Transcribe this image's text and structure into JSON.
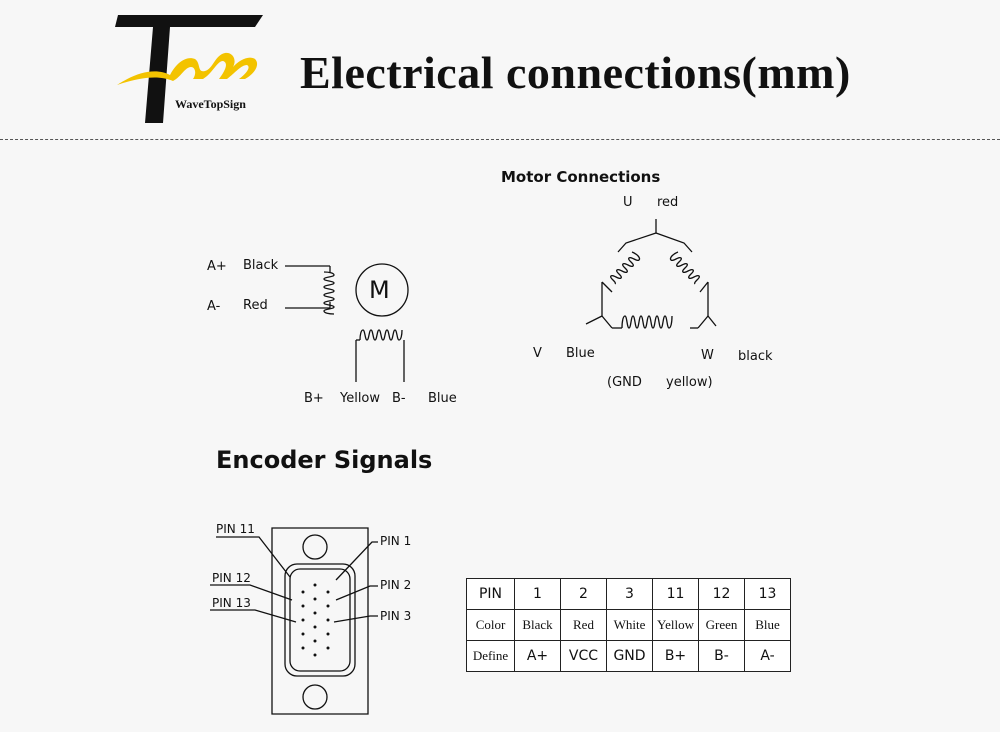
{
  "header": {
    "brand": "WaveTopSign",
    "title": "Electrical connections(mm)"
  },
  "stepper": {
    "a_plus": "A+",
    "a_plus_color": "Black",
    "a_minus": "A-",
    "a_minus_color": "Red",
    "motor_symbol": "M",
    "b_plus": "B+",
    "b_plus_color": "Yellow",
    "b_minus": "B-",
    "b_minus_color": "Blue"
  },
  "motor_connections": {
    "title": "Motor Connections",
    "u": "U",
    "u_color": "red",
    "v": "V",
    "v_color": "Blue",
    "v_note": "(GND",
    "w": "W",
    "w_color": "black",
    "w_note": "yellow)"
  },
  "encoder": {
    "title": "Encoder Signals",
    "pins": {
      "pin11": "PIN 11",
      "pin12": "PIN 12",
      "pin13": "PIN 13",
      "pin1": "PIN 1",
      "pin2": "PIN 2",
      "pin3": "PIN 3"
    }
  },
  "table": {
    "rows": [
      {
        "label": "PIN",
        "cells": [
          "1",
          "2",
          "3",
          "11",
          "12",
          "13"
        ]
      },
      {
        "label": "Color",
        "cells": [
          "Black",
          "Red",
          "White",
          "Yellow",
          "Green",
          "Blue"
        ]
      },
      {
        "label": "Define",
        "cells": [
          "A+",
          "VCC",
          "GND",
          "B+",
          "B-",
          "A-"
        ]
      }
    ]
  },
  "colors": {
    "logo_dark": "#111111",
    "logo_yellow": "#f3c300",
    "background": "#f7f7f7"
  }
}
